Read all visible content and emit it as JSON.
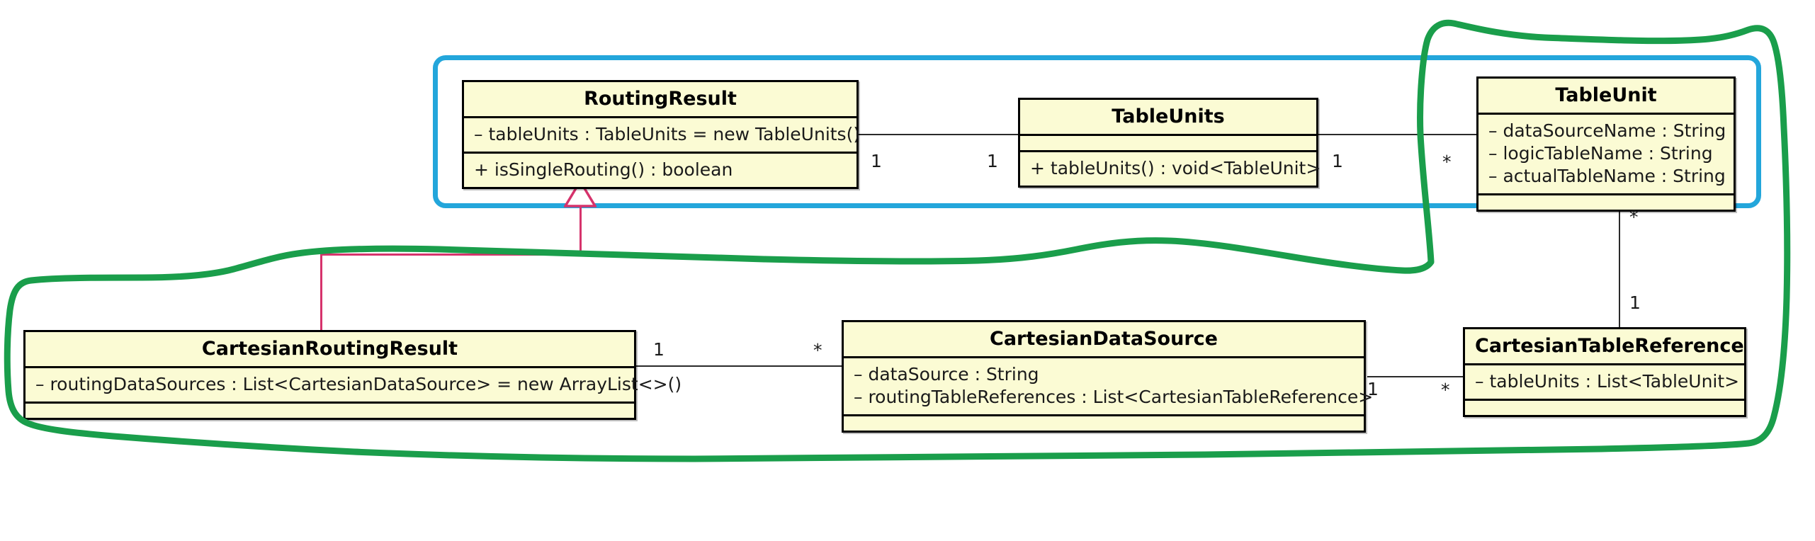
{
  "diagram": {
    "type": "uml-class-diagram",
    "background_color": "#ffffff",
    "class_fill_color": "#fbfbd4",
    "class_border_color": "#000000",
    "generalization_color": "#d6336c",
    "blue_highlight_color": "#23a6db",
    "green_highlight_color": "#1a9e4b"
  },
  "classes": [
    {
      "id": "routing-result",
      "name": "RoutingResult",
      "attributes": [
        "– tableUnits : TableUnits = new TableUnits()"
      ],
      "methods": [
        "+ isSingleRouting() : boolean"
      ]
    },
    {
      "id": "table-units",
      "name": "TableUnits",
      "attributes": [],
      "methods": [
        "+ tableUnits() : void<TableUnit>"
      ]
    },
    {
      "id": "table-unit",
      "name": "TableUnit",
      "attributes": [
        "– dataSourceName : String",
        "– logicTableName : String",
        "– actualTableName : String"
      ],
      "methods": []
    },
    {
      "id": "cartesian-routing-result",
      "name": "CartesianRoutingResult",
      "attributes": [
        "– routingDataSources : List<CartesianDataSource> = new ArrayList<>()"
      ],
      "methods": []
    },
    {
      "id": "cartesian-data-source",
      "name": "CartesianDataSource",
      "attributes": [
        "– dataSource : String",
        "– routingTableReferences : List<CartesianTableReference>"
      ],
      "methods": []
    },
    {
      "id": "cartesian-table-reference",
      "name": "CartesianTableReference",
      "attributes": [
        "– tableUnits : List<TableUnit>"
      ],
      "methods": []
    }
  ],
  "associations": [
    {
      "id": "routingresult-tableunits",
      "from": "RoutingResult",
      "to": "TableUnits",
      "source_multiplicity": "1",
      "target_multiplicity": "1"
    },
    {
      "id": "tableunits-tableunit",
      "from": "TableUnits",
      "to": "TableUnit",
      "source_multiplicity": "1",
      "target_multiplicity": "*"
    },
    {
      "id": "tableunit-cartesiantablereference",
      "from": "TableUnit",
      "to": "CartesianTableReference",
      "source_multiplicity": "*",
      "target_multiplicity": "1"
    },
    {
      "id": "cartesianroutingresult-cartesiandatasource",
      "from": "CartesianRoutingResult",
      "to": "CartesianDataSource",
      "source_multiplicity": "1",
      "target_multiplicity": "*"
    },
    {
      "id": "cartesiandatasource-cartesiantablereference",
      "from": "CartesianDataSource",
      "to": "CartesianTableReference",
      "source_multiplicity": "1",
      "target_multiplicity": "*"
    }
  ],
  "generalizations": [
    {
      "id": "cartesianroutingresult-extends-routingresult",
      "child": "CartesianRoutingResult",
      "parent": "RoutingResult"
    }
  ],
  "annotations": [
    {
      "id": "blue-highlight",
      "shape": "rounded-rectangle",
      "color": "#23a6db",
      "encloses": [
        "RoutingResult",
        "TableUnits",
        "TableUnit"
      ]
    },
    {
      "id": "green-highlight",
      "shape": "hand-drawn-loop",
      "color": "#1a9e4b",
      "encloses": [
        "TableUnit",
        "CartesianRoutingResult",
        "CartesianDataSource",
        "CartesianTableReference"
      ]
    }
  ]
}
